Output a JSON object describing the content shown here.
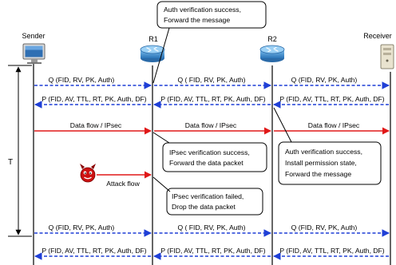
{
  "entities": {
    "sender": {
      "label": "Sender",
      "icon": "computer-monitor-icon"
    },
    "r1": {
      "label": "R1",
      "icon": "router-icon"
    },
    "r2": {
      "label": "R2",
      "icon": "router-icon"
    },
    "receiver": {
      "label": "Receiver",
      "icon": "server-tower-icon"
    }
  },
  "period_label": "T",
  "messages": {
    "q_request": "Q (FID, RV, PK, Auth)",
    "q_request_spaced": "Q ( FID, RV, PK, Auth)",
    "p_reply": "P (FID, AV, TTL, RT, PK, Auth, DF)",
    "data_flow": "Data flow / IPsec",
    "attack_flow": "Attack flow"
  },
  "callouts": {
    "auth_r1": [
      "Auth verification success,",
      "Forward the message"
    ],
    "ipsec_ok": [
      "IPsec verification success,",
      "Forward the data packet"
    ],
    "auth_r2": [
      "Auth verification success,",
      "Install permission state,",
      "Forward the message"
    ],
    "ipsec_fail": [
      "IPsec verification failed,",
      "Drop the data packet"
    ]
  },
  "colors": {
    "request_arrow": "#1f3fd6",
    "reply_arrow": "#1f3fd6",
    "data_arrow": "#e01818",
    "attack_arrow": "#e01818",
    "router": "#3f8fd2",
    "attacker": "#cc1111",
    "lifeline": "#000000"
  }
}
